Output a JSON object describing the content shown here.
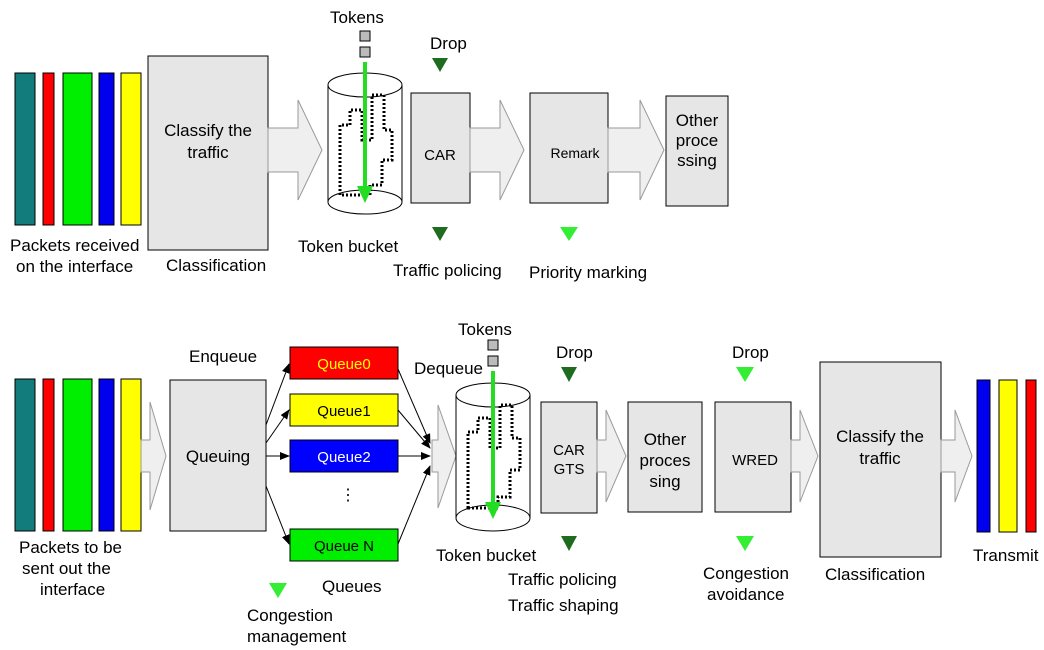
{
  "top": {
    "tokens": "Tokens",
    "drop": "Drop",
    "packets_label": [
      "Packets received",
      "on the interface"
    ],
    "classify_box": [
      "Classify the",
      "traffic"
    ],
    "classification": "Classification",
    "token_bucket": "Token bucket",
    "car": "CAR",
    "traffic_policing": "Traffic policing",
    "remark": "Remark",
    "priority_marking": "Priority marking",
    "other_processing": [
      "Other",
      "proce",
      "ssing"
    ]
  },
  "bottom": {
    "enqueue": "Enqueue",
    "dequeue": "Dequeue",
    "tokens": "Tokens",
    "drop_car": "Drop",
    "drop_wred": "Drop",
    "packets_label": [
      "Packets to be",
      "sent out the",
      "interface"
    ],
    "queuing": "Queuing",
    "queues": [
      {
        "label": "Queue0",
        "color": "#ff0000",
        "text_color": "#ffff00"
      },
      {
        "label": "Queue1",
        "color": "#ffff00",
        "text_color": "#000000"
      },
      {
        "label": "Queue2",
        "color": "#0000ff",
        "text_color": "#ffffff"
      },
      {
        "label": "Queue N",
        "color": "#00ee00",
        "text_color": "#000000"
      }
    ],
    "ellipsis": "⋮",
    "queues_label": "Queues",
    "congestion_management": [
      "Congestion",
      "management"
    ],
    "token_bucket": "Token bucket",
    "car_gts": [
      "CAR",
      "GTS"
    ],
    "traffic_policing": "Traffic policing",
    "traffic_shaping": "Traffic shaping",
    "other_processing": [
      "Other",
      "proces",
      "sing"
    ],
    "wred": "WRED",
    "congestion_avoidance": [
      "Congestion",
      "avoidance"
    ],
    "classify_box": [
      "Classify the",
      "traffic"
    ],
    "classification": "Classification",
    "transmit": "Transmit"
  },
  "colors": {
    "teal": "#127b7b",
    "red": "#ff0000",
    "green": "#00ee00",
    "blue": "#0000ee",
    "yellow": "#ffff00",
    "token_arrow": "#22dd22",
    "drop_dark": "#1f6b1f",
    "drop_light": "#33ee33"
  }
}
